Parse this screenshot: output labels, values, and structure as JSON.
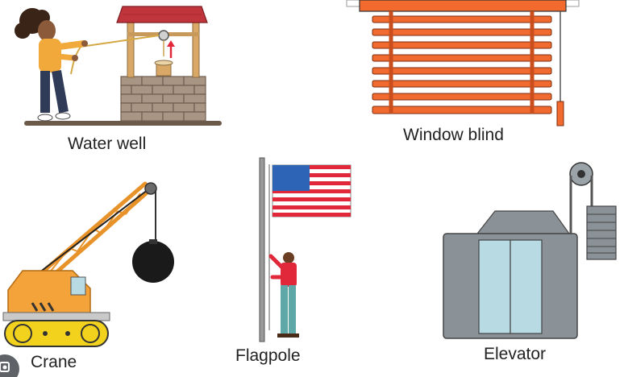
{
  "captions": {
    "water_well": "Water well",
    "window_blind": "Window blind",
    "crane": "Crane",
    "flagpole": "Flagpole",
    "elevator": "Elevator"
  },
  "icons": {
    "corner_badge": "lens-icon"
  },
  "colors": {
    "well_roof": "#c0343b",
    "well_brick": "#9e8a78",
    "blind_orange": "#f26a2d",
    "crane_orange": "#f4a23a",
    "flag_blue": "#2e64b6",
    "flag_red": "#e0283a",
    "elevator_gray": "#8a9298",
    "elevator_glass": "#b8dbe3"
  }
}
